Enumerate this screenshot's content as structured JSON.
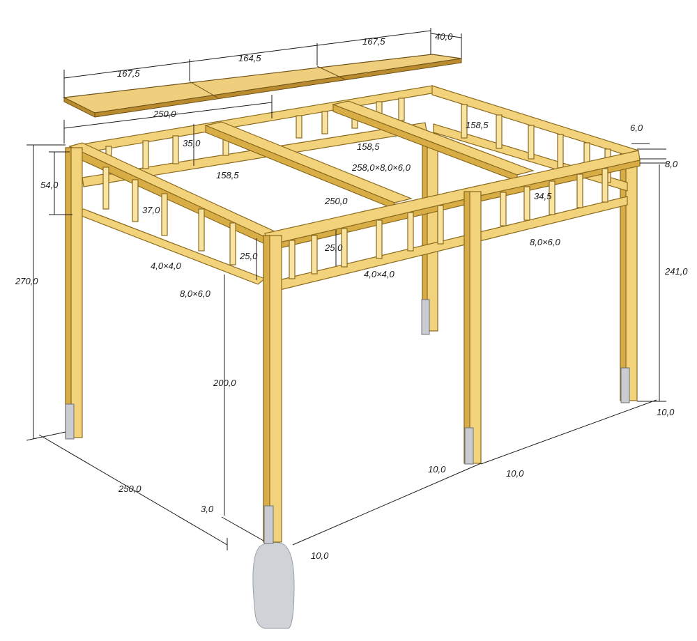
{
  "diagram": {
    "labels": {
      "board_167_left": "167,5",
      "board_164": "164,5",
      "board_167_right": "167,5",
      "board_40": "40,0",
      "top_250": "250,0",
      "d_35": "35,0",
      "d_54": "54,0",
      "d_158_a": "158,5",
      "d_158_b": "158,5",
      "d_158_c": "158,5",
      "d_6": "6,0",
      "d_8": "8,0",
      "beam_spec": "258,0×8,0×6,0",
      "mid_250": "250,0",
      "d_37": "37,0",
      "d_34": "34,5",
      "d_270": "270,0",
      "post_4x4_left": "4,0×4,0",
      "rail_8x6_left": "8,0×6,0",
      "d_25_left": "25,0",
      "d_25_mid": "25,0",
      "post_4x4_mid": "4,0×4,0",
      "rail_8x6_right": "8,0×6,0",
      "d_241": "241,0",
      "d_200": "200,0",
      "bottom_250": "250,0",
      "d_3": "3,0",
      "d_10_front": "10,0",
      "d_10_mid_left": "10,0",
      "d_10_mid_right": "10,0",
      "d_10_right": "10,0"
    }
  }
}
